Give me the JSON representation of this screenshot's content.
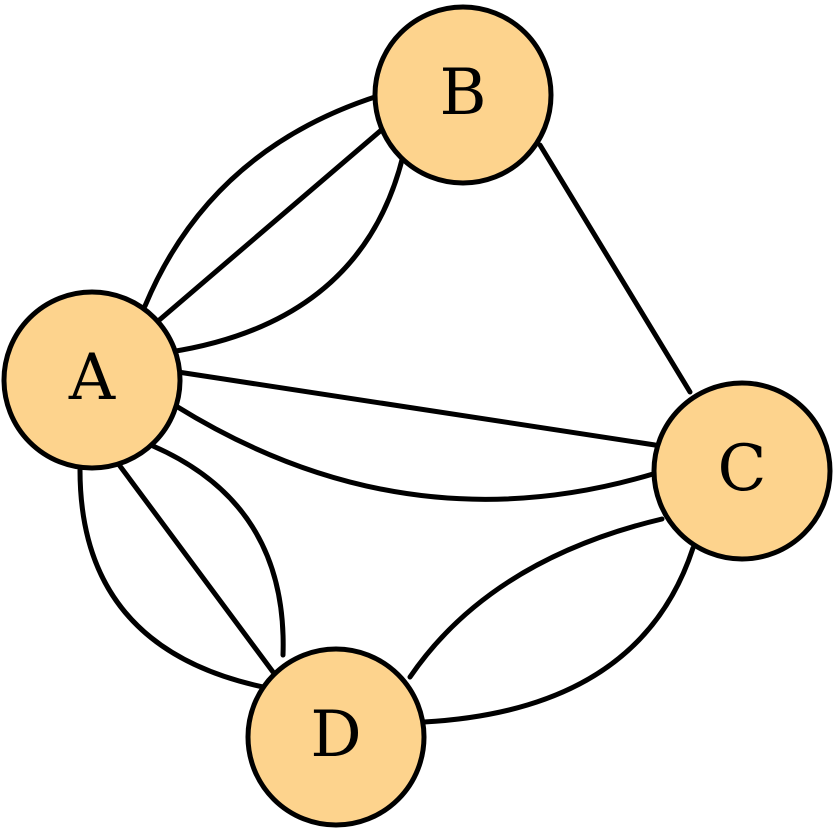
{
  "graph": {
    "node_fill": "#FDD38D",
    "stroke_color": "#000000",
    "nodes": [
      {
        "id": "A",
        "label": "A"
      },
      {
        "id": "B",
        "label": "B"
      },
      {
        "id": "C",
        "label": "C"
      },
      {
        "id": "D",
        "label": "D"
      }
    ],
    "edges": [
      {
        "from": "A",
        "to": "B",
        "multiplicity": 3
      },
      {
        "from": "A",
        "to": "C",
        "multiplicity": 2
      },
      {
        "from": "A",
        "to": "D",
        "multiplicity": 3
      },
      {
        "from": "B",
        "to": "C",
        "multiplicity": 1
      },
      {
        "from": "C",
        "to": "D",
        "multiplicity": 2
      }
    ]
  }
}
